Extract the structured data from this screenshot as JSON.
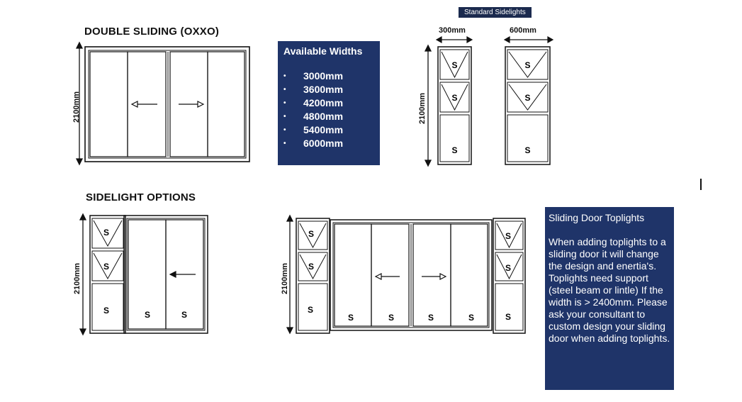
{
  "double_sliding": {
    "title": "DOUBLE SLIDING (OXXO)",
    "height_label": "2100mm"
  },
  "widths": {
    "title": "Available Widths",
    "items": [
      "3000mm",
      "3600mm",
      "4200mm",
      "4800mm",
      "5400mm",
      "6000mm"
    ]
  },
  "standard_sidelights": {
    "tag": "Standard Sidelights",
    "width_300": "300mm",
    "width_600": "600mm",
    "height_label": "2100mm"
  },
  "sidelight_options": {
    "title": "SIDELIGHT OPTIONS",
    "height_label_left": "2100mm",
    "height_label_right": "2100mm"
  },
  "pane_letter": "S",
  "toplights": {
    "title": "Sliding Door Toplights",
    "body": "When adding toplights to a sliding door it will change the design and enertia's. Toplights need support (steel beam or lintle) If the width is > 2400mm. Please ask your consultant to custom design your sliding door when adding toplights."
  },
  "colors": {
    "panel_navy": "#1f3469",
    "tag_navy": "#1b2a4e"
  }
}
